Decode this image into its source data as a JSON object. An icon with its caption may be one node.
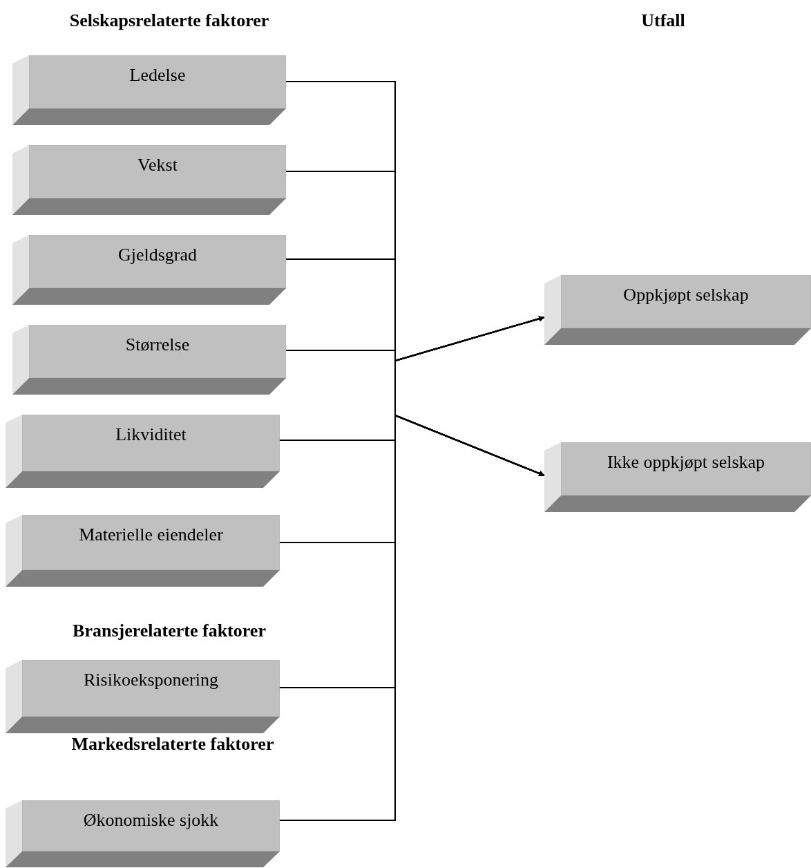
{
  "diagram": {
    "nodes": [
      {
        "text": [
          "Ledelse"
        ]
      },
      {
        "text": [
          "Vekst"
        ]
      },
      {
        "text": [
          "Gjeldsgrad"
        ]
      },
      {
        "text": [
          "Størrelse"
        ]
      },
      {
        "text": [
          "Likviditet"
        ]
      },
      {
        "text": [
          "Materielle eiendeler"
        ]
      },
      {
        "text": [
          "Risikoeksponering"
        ]
      },
      {
        "text": [
          "Økonomiske sjokk"
        ]
      },
      {
        "text": [
          "Oppkjøpt selskap"
        ]
      },
      {
        "text": [
          "Ikke oppkjøpt selskap"
        ]
      }
    ],
    "edges": [
      {
        "from": 0,
        "to": 8,
        "arrow": "to"
      },
      {
        "from": 0,
        "to": 9,
        "arrow": "to"
      },
      {
        "from": 1,
        "to": 8,
        "arrow": "to"
      },
      {
        "from": 1,
        "to": 9,
        "arrow": "to"
      },
      {
        "from": 2,
        "to": 8,
        "arrow": "to"
      },
      {
        "from": 2,
        "to": 9,
        "arrow": "to"
      },
      {
        "from": 3,
        "to": 8,
        "arrow": "to"
      },
      {
        "from": 3,
        "to": 9,
        "arrow": "to"
      },
      {
        "from": 4,
        "to": 8,
        "arrow": "to"
      },
      {
        "from": 4,
        "to": 9,
        "arrow": "to"
      },
      {
        "from": 5,
        "to": 8,
        "arrow": "to"
      },
      {
        "from": 5,
        "to": 9,
        "arrow": "to"
      },
      {
        "from": 6,
        "to": 8,
        "arrow": "to"
      },
      {
        "from": 6,
        "to": 9,
        "arrow": "to"
      },
      {
        "from": 7,
        "to": 8,
        "arrow": "to"
      },
      {
        "from": 7,
        "to": 9,
        "arrow": "to"
      }
    ],
    "labels": [
      "Selskapsrelaterte faktorer",
      "Utfall",
      "Bransjerelaterte faktorer",
      "Markedsrelaterte faktorer"
    ]
  }
}
